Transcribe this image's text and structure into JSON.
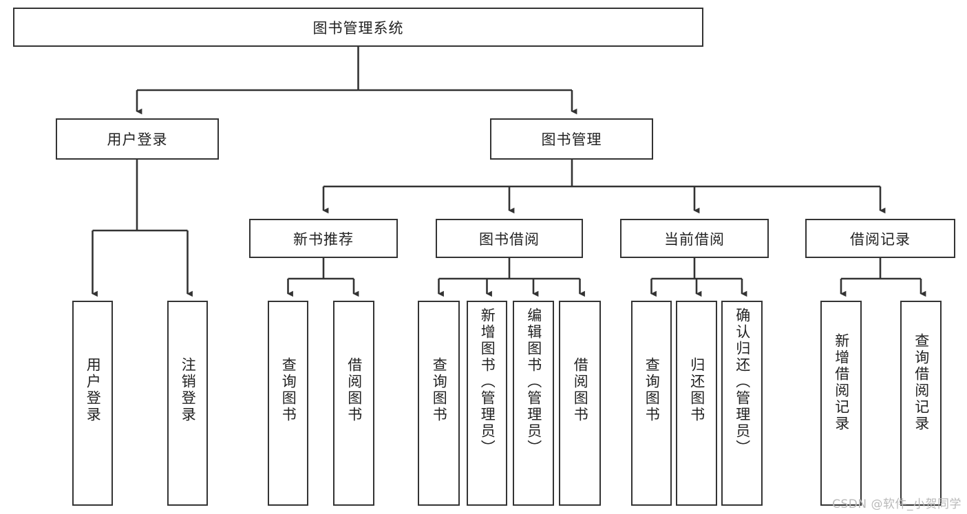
{
  "diagram": {
    "title": "图书管理系统",
    "type": "tree",
    "watermark": "CSDN @软件_小贺同学",
    "colors": {
      "box_border": "#333333",
      "box_fill": "#ffffff",
      "line": "#333333",
      "text": "#222222",
      "watermark": "#b9b9b9",
      "background": "#ffffff"
    },
    "levels": {
      "root": [
        "图书管理系统"
      ],
      "level2": [
        "用户登录",
        "图书管理"
      ],
      "level3": [
        "新书推荐",
        "图书借阅",
        "当前借阅",
        "借阅记录"
      ],
      "leaves": [
        "用户登录",
        "注销登录",
        "查询图书",
        "借阅图书",
        "查询图书",
        "新增图书（管理员）",
        "编辑图书（管理员）",
        "借阅图书",
        "查询图书",
        "归还图书",
        "确认归还（管理员）",
        "新增借阅记录",
        "查询借阅记录"
      ]
    },
    "nodes": {
      "root": {
        "label": "图书管理系统"
      },
      "user_login": {
        "label": "用户登录"
      },
      "book_manage": {
        "label": "图书管理"
      },
      "new_book_rec": {
        "label": "新书推荐"
      },
      "book_borrow": {
        "label": "图书借阅"
      },
      "current_borrow": {
        "label": "当前借阅"
      },
      "borrow_record": {
        "label": "借阅记录"
      },
      "leaf_user_login": {
        "label": "用户登录"
      },
      "leaf_logout": {
        "label": "注销登录"
      },
      "leaf_query_book_1": {
        "label": "查询图书"
      },
      "leaf_borrow_book_1": {
        "label": "借阅图书"
      },
      "leaf_query_book_2": {
        "label": "查询图书"
      },
      "leaf_add_book": {
        "label": "新增图书（管理员）"
      },
      "leaf_edit_book": {
        "label": "编辑图书（管理员）"
      },
      "leaf_borrow_book_2": {
        "label": "借阅图书"
      },
      "leaf_query_book_3": {
        "label": "查询图书"
      },
      "leaf_return_book": {
        "label": "归还图书"
      },
      "leaf_confirm_return": {
        "label": "确认归还（管理员）"
      },
      "leaf_add_record": {
        "label": "新增借阅记录"
      },
      "leaf_query_record": {
        "label": "查询借阅记录"
      }
    }
  }
}
